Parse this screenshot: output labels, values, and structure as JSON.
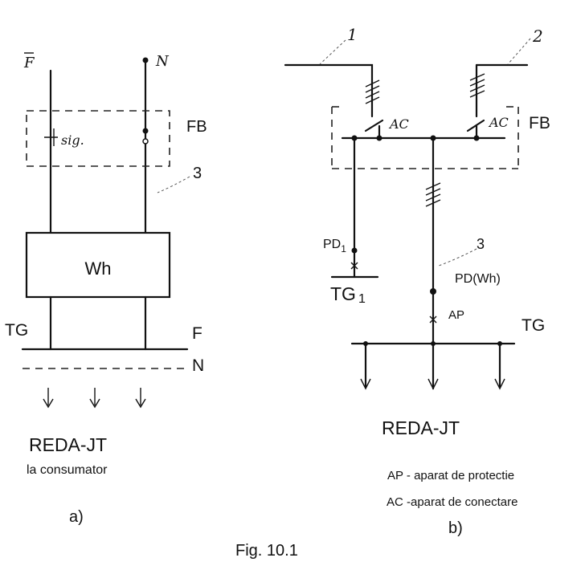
{
  "diagram_a": {
    "label_f_top": "F",
    "label_n_top": "N",
    "label_fb": "FB",
    "label_sig": "sig.",
    "label_3": "3",
    "meter": "Wh",
    "label_tg": "TG",
    "label_f_bus": "F",
    "label_n_bus": "N",
    "title": "REDA-JT",
    "subtitle": "la consumator",
    "caption": "a)"
  },
  "diagram_b": {
    "label_1": "1",
    "label_2": "2",
    "label_ac_left": "AC",
    "label_ac_right": "AC",
    "label_fb": "FB",
    "label_pd1": "PD",
    "label_pd1_sub": "1",
    "label_tg1": "TG",
    "label_tg1_sub": "1",
    "label_3": "3",
    "label_pd_wh": "PD(Wh)",
    "label_ap": "AP",
    "label_tg": "TG",
    "title": "REDA-JT",
    "legend_ap": "AP - aparat de protectie",
    "legend_ac": "AC -aparat de conectare",
    "caption": "b)"
  },
  "figure_caption": "Fig. 10.1"
}
